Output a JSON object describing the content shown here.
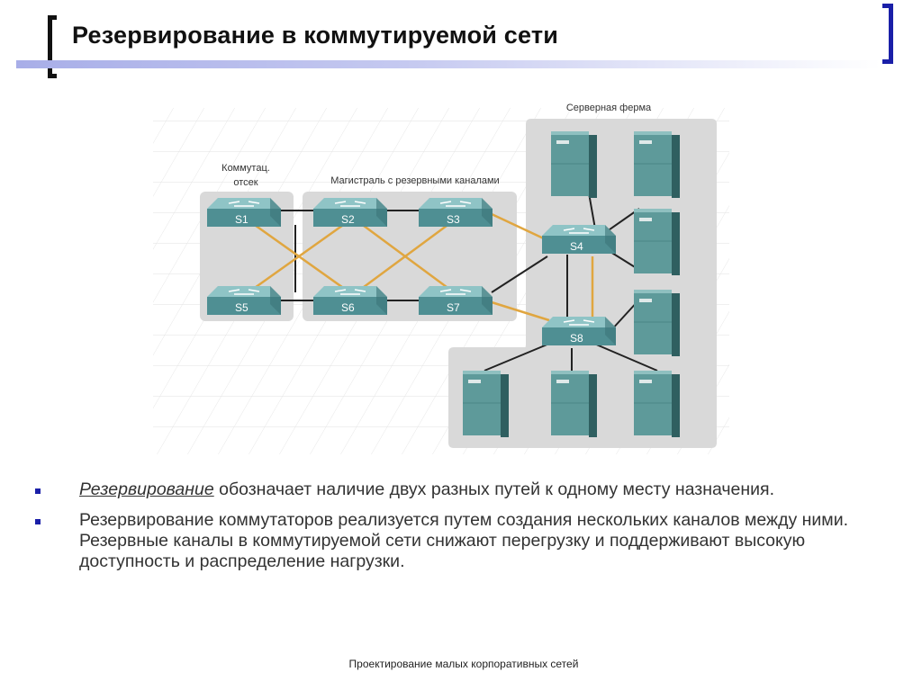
{
  "slide": {
    "title": "Резервирование в коммутируемой сети",
    "footer": "Проектирование малых корпоративных сетей"
  },
  "diagram": {
    "labels": {
      "access": "Коммутац.\nотсек",
      "backbone": "Магистраль с резервными каналами",
      "server_farm": "Серверная ферма"
    },
    "switches": {
      "s1": "S1",
      "s2": "S2",
      "s3": "S3",
      "s4": "S4",
      "s5": "S5",
      "s6": "S6",
      "s7": "S7",
      "s8": "S8"
    },
    "colors": {
      "switch": "#4f8f93",
      "server": "#5e9a9a",
      "redundant_link": "#e0a640",
      "primary_link": "#222222",
      "zone": "#d9d9d9"
    }
  },
  "bullets": [
    {
      "term": "Резервирование",
      "text": " обозначает наличие двух разных путей к одному месту назначения."
    },
    {
      "term": "",
      "text": "Резервирование коммутаторов реализуется путем создания нескольких каналов между ними. Резервные каналы в коммутируемой сети снижают перегрузку и поддерживают высокую доступность и распределение нагрузки."
    }
  ]
}
